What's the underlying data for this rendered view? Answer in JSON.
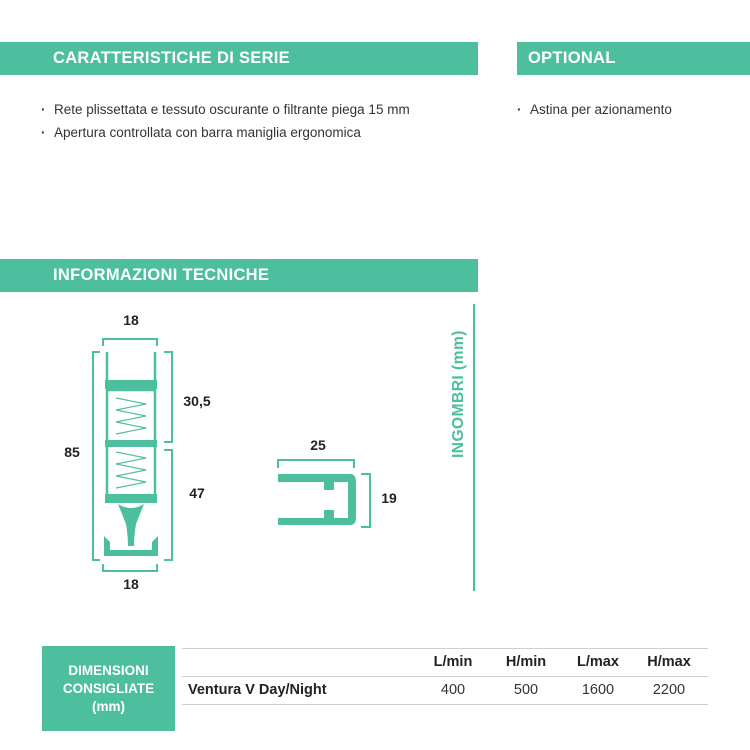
{
  "sections": {
    "serie_title": "CARATTERISTICHE DI SERIE",
    "optional_title": "OPTIONAL",
    "info_title": "INFORMAZIONI TECNICHE"
  },
  "serie_items": [
    "Rete plissettata e tessuto oscurante o filtrante piega 15 mm",
    "Apertura controllata con barra maniglia ergonomica"
  ],
  "optional_items": [
    "Astina per azionamento"
  ],
  "drawing": {
    "side_label": "INGOMBRI (mm)",
    "profile_1": {
      "width_top": "18",
      "height_total": "85",
      "height_upper": "30,5",
      "height_lower": "47",
      "width_bottom": "18"
    },
    "profile_2": {
      "width": "25",
      "height": "19"
    }
  },
  "dimensions": {
    "box_label": [
      "DIMENSIONI",
      "CONSIGLIATE",
      "(mm)"
    ],
    "headers": [
      "L/min",
      "H/min",
      "L/max",
      "H/max"
    ],
    "rows": [
      {
        "product": "Ventura V Day/Night",
        "values": [
          "400",
          "500",
          "1600",
          "2200"
        ]
      }
    ]
  },
  "colors": {
    "accent": "#4dbf9f"
  }
}
